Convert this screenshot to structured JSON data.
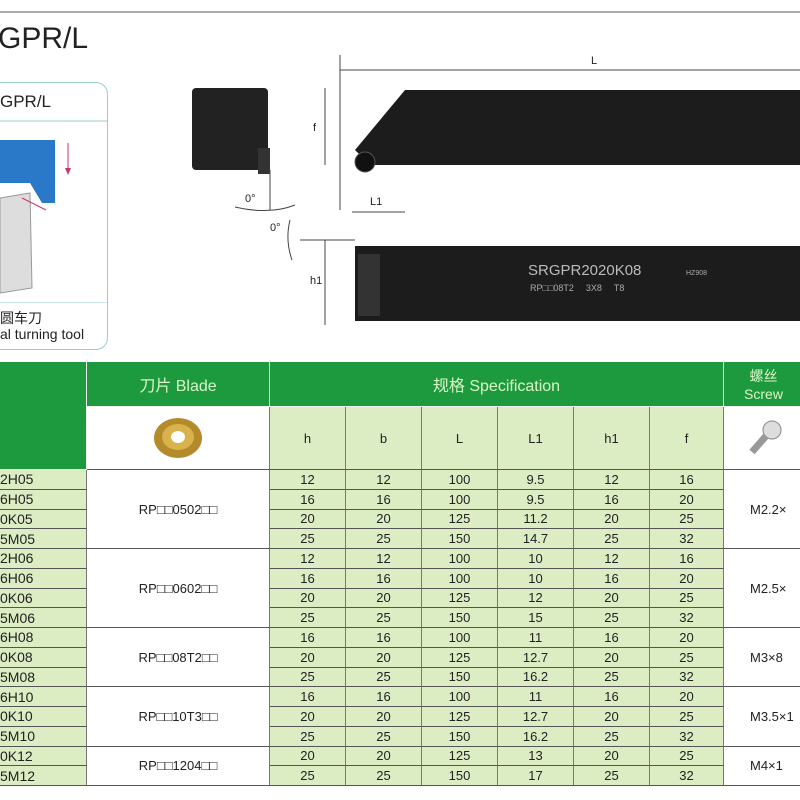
{
  "title": "GPR/L",
  "diagram_box": {
    "title": "GPR/L",
    "caption_cn": "圆车刀",
    "caption_en": "al turning tool"
  },
  "dimensions": {
    "L": "L",
    "f": "f",
    "L1": "L1",
    "h1": "h1",
    "angle1": "0°",
    "angle2": "0°"
  },
  "tool_marking": {
    "model": "SRGPR2020K08",
    "insert": "RP□□08T2",
    "screw": "3X8",
    "key": "T8",
    "code": "HZ908"
  },
  "table": {
    "headers": {
      "blade": "刀片 Blade",
      "spec": "规格 Specification",
      "screw_cn": "螺丝",
      "screw_en": "Screw"
    },
    "spec_columns": [
      "h",
      "b",
      "L",
      "L1",
      "h1",
      "f"
    ],
    "rows": [
      {
        "model": "2H05",
        "v": [
          "12",
          "12",
          "100",
          "9.5",
          "12",
          "16"
        ]
      },
      {
        "model": "6H05",
        "v": [
          "16",
          "16",
          "100",
          "9.5",
          "16",
          "20"
        ]
      },
      {
        "model": "0K05",
        "v": [
          "20",
          "20",
          "125",
          "11.2",
          "20",
          "25"
        ]
      },
      {
        "model": "5M05",
        "v": [
          "25",
          "25",
          "150",
          "14.7",
          "25",
          "32"
        ]
      },
      {
        "model": "2H06",
        "v": [
          "12",
          "12",
          "100",
          "10",
          "12",
          "16"
        ]
      },
      {
        "model": "6H06",
        "v": [
          "16",
          "16",
          "100",
          "10",
          "16",
          "20"
        ]
      },
      {
        "model": "0K06",
        "v": [
          "20",
          "20",
          "125",
          "12",
          "20",
          "25"
        ]
      },
      {
        "model": "5M06",
        "v": [
          "25",
          "25",
          "150",
          "15",
          "25",
          "32"
        ]
      },
      {
        "model": "6H08",
        "v": [
          "16",
          "16",
          "100",
          "11",
          "16",
          "20"
        ]
      },
      {
        "model": "0K08",
        "v": [
          "20",
          "20",
          "125",
          "12.7",
          "20",
          "25"
        ]
      },
      {
        "model": "5M08",
        "v": [
          "25",
          "25",
          "150",
          "16.2",
          "25",
          "32"
        ]
      },
      {
        "model": "6H10",
        "v": [
          "16",
          "16",
          "100",
          "11",
          "16",
          "20"
        ]
      },
      {
        "model": "0K10",
        "v": [
          "20",
          "20",
          "125",
          "12.7",
          "20",
          "25"
        ]
      },
      {
        "model": "5M10",
        "v": [
          "25",
          "25",
          "150",
          "16.2",
          "25",
          "32"
        ]
      },
      {
        "model": "0K12",
        "v": [
          "20",
          "20",
          "125",
          "13",
          "20",
          "25"
        ]
      },
      {
        "model": "5M12",
        "v": [
          "25",
          "25",
          "150",
          "17",
          "25",
          "32"
        ]
      }
    ],
    "groups": [
      {
        "blade": "RP□□0502□□",
        "screw": "M2.2×",
        "rows": 4
      },
      {
        "blade": "RP□□0602□□",
        "screw": "M2.5×",
        "rows": 4
      },
      {
        "blade": "RP□□08T2□□",
        "screw": "M3×8",
        "rows": 3
      },
      {
        "blade": "RP□□10T3□□",
        "screw": "M3.5×1",
        "rows": 3
      },
      {
        "blade": "RP□□1204□□",
        "screw": "M4×1",
        "rows": 2
      }
    ]
  },
  "colors": {
    "header_green": "#1e9a3e",
    "row_green": "#dcedc4"
  }
}
